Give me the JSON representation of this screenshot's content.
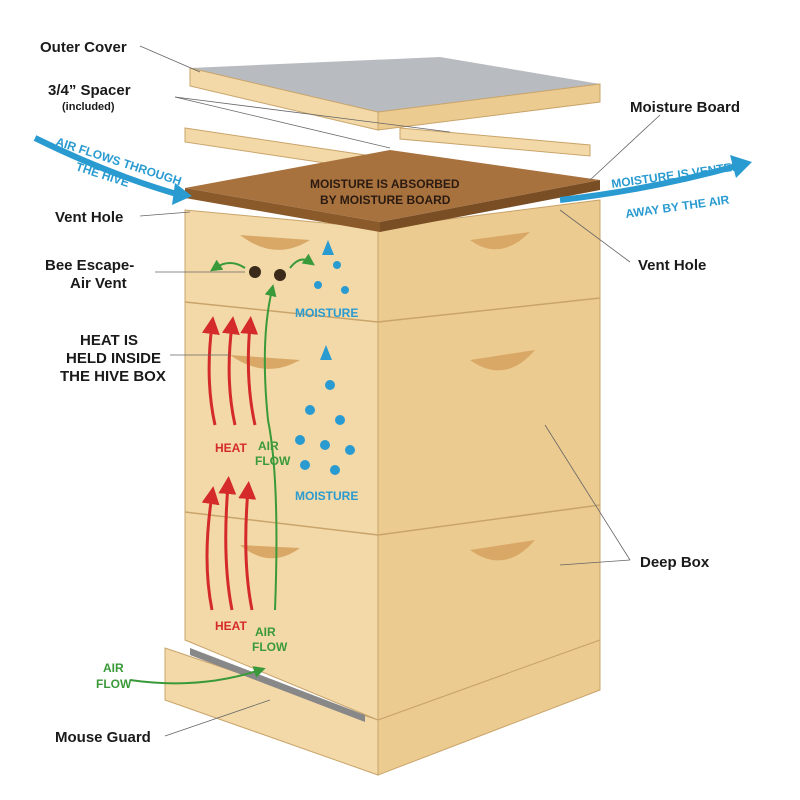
{
  "labels": {
    "outer_cover": "Outer Cover",
    "spacer": "3/4” Spacer",
    "spacer_note": "(included)",
    "moisture_board": "Moisture Board",
    "vent_hole_left": "Vent Hole",
    "vent_hole_right": "Vent Hole",
    "bee_escape_1": "Bee Escape-",
    "bee_escape_2": "Air Vent",
    "heat_held_1": "HEAT IS",
    "heat_held_2": "HELD INSIDE",
    "heat_held_3": "THE HIVE BOX",
    "deep_box": "Deep Box",
    "mouse_guard": "Mouse Guard"
  },
  "annotations": {
    "air_flows_1": "AIR FLOWS THROUGH",
    "air_flows_2": "THE HIVE",
    "absorbed_1": "MOISTURE IS ABSORBED",
    "absorbed_2": "BY MOISTURE BOARD",
    "vented_1": "MOISTURE IS VENTED",
    "vented_2": "AWAY BY THE AIR",
    "moisture_top": "MOISTURE",
    "moisture_mid": "MOISTURE",
    "heat_1": "HEAT",
    "heat_2": "HEAT",
    "air_1": "AIR",
    "flow_1": "FLOW",
    "air_2": "AIR",
    "flow_2": "FLOW",
    "air_3": "AIR",
    "flow_3": "FLOW"
  },
  "colors": {
    "wood": "#f3d9a8",
    "wood_side": "#eccb90",
    "board": "#a8723f",
    "blue": "#2a9bd0",
    "red": "#d42a2a",
    "green": "#3a9a3a"
  }
}
